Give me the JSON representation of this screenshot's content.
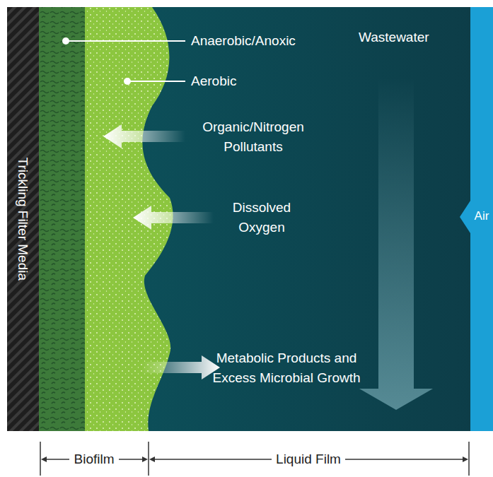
{
  "diagram": {
    "nodes": [
      {
        "text": [
          "Trickling Filter Media"
        ]
      },
      {
        "text": [
          "Wastewater"
        ]
      },
      {
        "text": [
          "Air"
        ]
      }
    ],
    "labels": [
      "Anaerobic/Anoxic",
      "Aerobic",
      "Organic/Nitrogen Pollutants",
      "Dissolved Oxygen",
      "Metabolic Products and Excess Microbial Growth",
      "Biofilm",
      "Liquid Film"
    ]
  }
}
